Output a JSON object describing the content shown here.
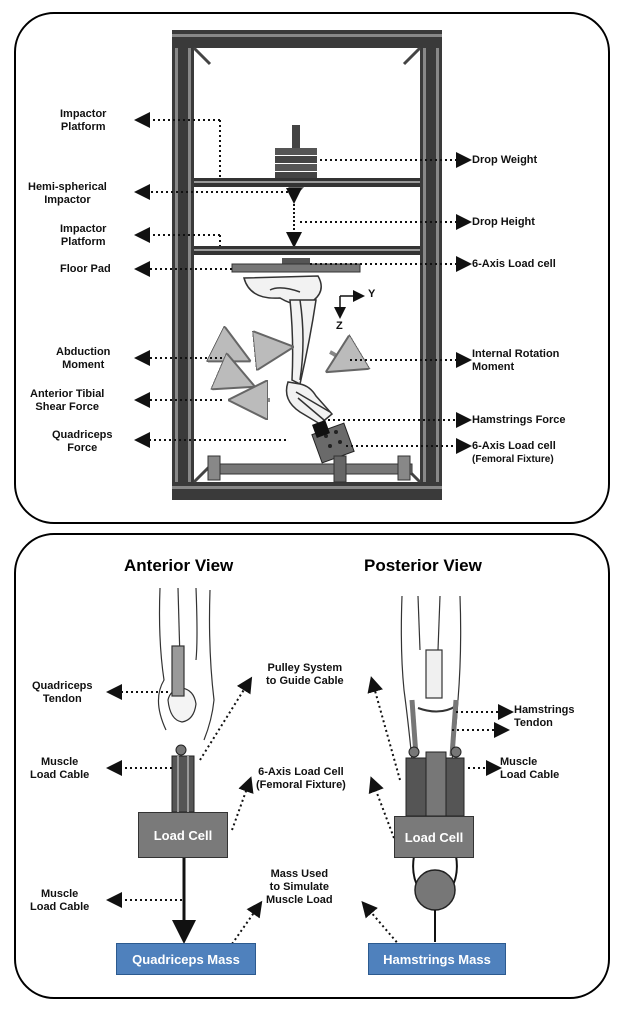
{
  "top_labels": {
    "impactor_platform_upper": [
      "Impactor",
      "Platform"
    ],
    "hemispherical_impactor": [
      "Hemi-spherical",
      "Impactor"
    ],
    "impactor_platform_lower": [
      "Impactor",
      "Platform"
    ],
    "floor_pad": "Floor Pad",
    "abduction_moment": [
      "Abduction",
      "Moment"
    ],
    "anterior_tibial_shear": [
      "Anterior Tibial",
      "Shear Force"
    ],
    "quadriceps_force": [
      "Quadriceps",
      "Force"
    ],
    "drop_weight": "Drop Weight",
    "drop_height": "Drop Height",
    "load_cell_6axis": "6-Axis Load cell",
    "internal_rotation": [
      "Internal Rotation",
      "Moment"
    ],
    "hamstrings_force": "Hamstrings Force",
    "load_cell_femoral": "6-Axis Load cell",
    "femoral_fixture": "(Femoral Fixture)",
    "axis_y": "Y",
    "axis_z": "Z"
  },
  "bottom_labels": {
    "anterior_view": "Anterior View",
    "posterior_view": "Posterior View",
    "quadriceps_tendon": [
      "Quadriceps",
      "Tendon"
    ],
    "muscle_load_cable_left": [
      "Muscle",
      "Load Cable"
    ],
    "muscle_load_cable_bottom": [
      "Muscle",
      "Load Cable"
    ],
    "pulley_system": [
      "Pulley System",
      "to Guide Cable"
    ],
    "load_cell_6axis": [
      "6-Axis Load Cell",
      "(Femoral Fixture)"
    ],
    "mass_used": [
      "Mass Used",
      "to Simulate",
      "Muscle Load"
    ],
    "hamstrings_tendon": [
      "Hamstrings",
      "Tendon"
    ],
    "muscle_load_cable_right": [
      "Muscle",
      "Load Cable"
    ],
    "load_cell_left": "Load Cell",
    "load_cell_right": "Load Cell",
    "quadriceps_mass": "Quadriceps Mass",
    "hamstrings_mass": "Hamstrings Mass"
  },
  "colors": {
    "frame": "#2b2b2b",
    "load_cell": "#7a7a7a",
    "mass_box": "#4f81bd",
    "arrow": "#111111"
  }
}
